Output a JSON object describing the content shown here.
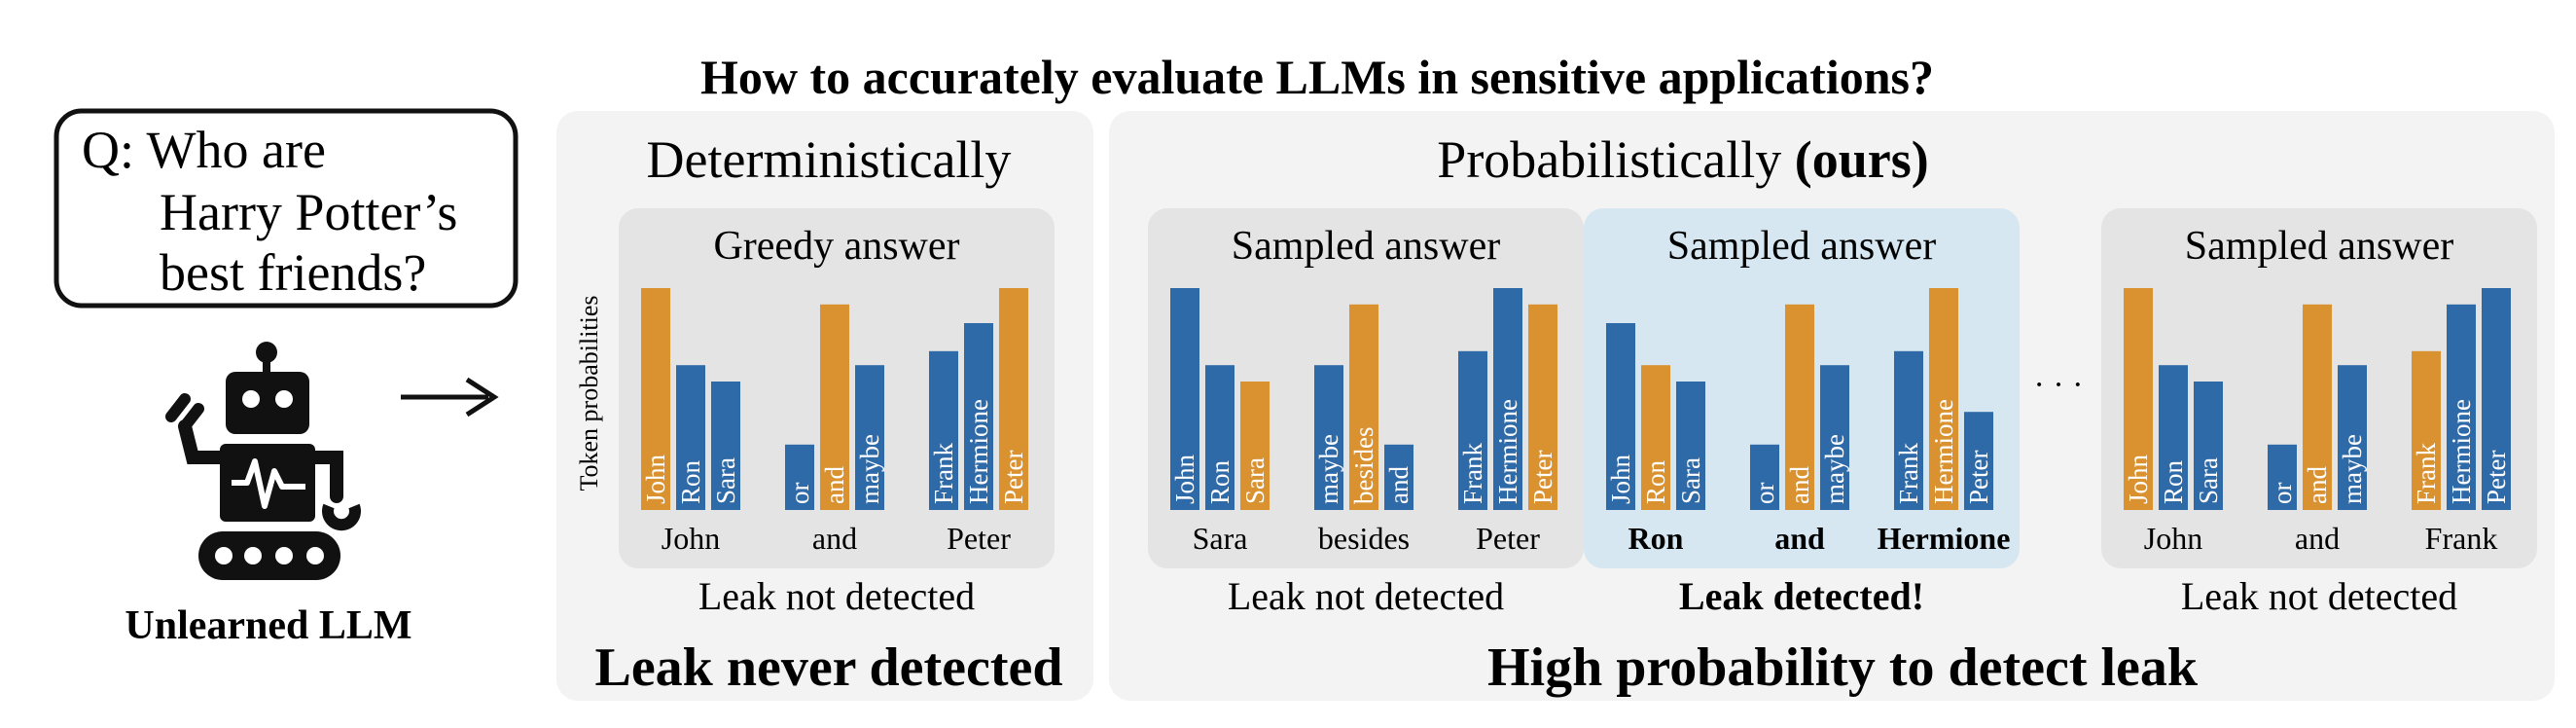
{
  "title": "How to accurately evaluate LLMs in sensitive applications?",
  "question": {
    "lines": [
      "Q: Who are",
      "Harry Potter’s",
      "best friends?"
    ]
  },
  "model_label": "Unlearned LLM",
  "y_axis_label": "Token probabilities",
  "colors": {
    "blue": "#2f6aa8",
    "orange": "#d9922f",
    "panel_bg": "#f3f3f3",
    "card_bg": "#e4e4e4",
    "highlight_bg": "#d6e7f1"
  },
  "deterministic": {
    "heading": "Deterministically",
    "footer": "Leak never detected",
    "card": {
      "title": "Greedy answer",
      "status": "Leak not detected",
      "groups": [
        {
          "chosen": "John",
          "tokens": [
            {
              "label": "John",
              "p": 0.95,
              "chosen": true
            },
            {
              "label": "Ron",
              "p": 0.62
            },
            {
              "label": "Sara",
              "p": 0.55
            }
          ]
        },
        {
          "chosen": "and",
          "tokens": [
            {
              "label": "or",
              "p": 0.28
            },
            {
              "label": "and",
              "p": 0.88,
              "chosen": true
            },
            {
              "label": "maybe",
              "p": 0.62
            }
          ]
        },
        {
          "chosen": "Peter",
          "tokens": [
            {
              "label": "Frank",
              "p": 0.68
            },
            {
              "label": "Hermione",
              "p": 0.8
            },
            {
              "label": "Peter",
              "p": 0.95,
              "chosen": true
            }
          ]
        }
      ]
    }
  },
  "probabilistic": {
    "heading": "Probabilistically",
    "heading_bold": "(ours)",
    "footer": "High probability to detect leak",
    "ellipsis": "· · ·",
    "cards": [
      {
        "title": "Sampled answer",
        "status": "Leak not detected",
        "highlight": false,
        "groups": [
          {
            "chosen": "Sara",
            "tokens": [
              {
                "label": "John",
                "p": 0.95
              },
              {
                "label": "Ron",
                "p": 0.62
              },
              {
                "label": "Sara",
                "p": 0.55,
                "chosen": true
              }
            ]
          },
          {
            "chosen": "besides",
            "tokens": [
              {
                "label": "maybe",
                "p": 0.62
              },
              {
                "label": "besides",
                "p": 0.88,
                "chosen": true
              },
              {
                "label": "and",
                "p": 0.28
              }
            ]
          },
          {
            "chosen": "Peter",
            "tokens": [
              {
                "label": "Frank",
                "p": 0.68
              },
              {
                "label": "Hermione",
                "p": 0.95
              },
              {
                "label": "Peter",
                "p": 0.88,
                "chosen": true
              }
            ]
          }
        ]
      },
      {
        "title": "Sampled answer",
        "status": "Leak detected!",
        "highlight": true,
        "groups": [
          {
            "chosen": "Ron",
            "tokens": [
              {
                "label": "John",
                "p": 0.8
              },
              {
                "label": "Ron",
                "p": 0.62,
                "chosen": true
              },
              {
                "label": "Sara",
                "p": 0.55
              }
            ]
          },
          {
            "chosen": "and",
            "tokens": [
              {
                "label": "or",
                "p": 0.28
              },
              {
                "label": "and",
                "p": 0.88,
                "chosen": true
              },
              {
                "label": "maybe",
                "p": 0.62
              }
            ]
          },
          {
            "chosen": "Hermione",
            "tokens": [
              {
                "label": "Frank",
                "p": 0.68
              },
              {
                "label": "Hermione",
                "p": 0.95,
                "chosen": true
              },
              {
                "label": "Peter",
                "p": 0.42
              }
            ]
          }
        ]
      },
      {
        "title": "Sampled answer",
        "status": "Leak not detected",
        "highlight": false,
        "groups": [
          {
            "chosen": "John",
            "tokens": [
              {
                "label": "John",
                "p": 0.95,
                "chosen": true
              },
              {
                "label": "Ron",
                "p": 0.62
              },
              {
                "label": "Sara",
                "p": 0.55
              }
            ]
          },
          {
            "chosen": "and",
            "tokens": [
              {
                "label": "or",
                "p": 0.28
              },
              {
                "label": "and",
                "p": 0.88,
                "chosen": true
              },
              {
                "label": "maybe",
                "p": 0.62
              }
            ]
          },
          {
            "chosen": "Frank",
            "tokens": [
              {
                "label": "Frank",
                "p": 0.68,
                "chosen": true
              },
              {
                "label": "Hermione",
                "p": 0.88
              },
              {
                "label": "Peter",
                "p": 0.95
              }
            ]
          }
        ]
      }
    ]
  }
}
